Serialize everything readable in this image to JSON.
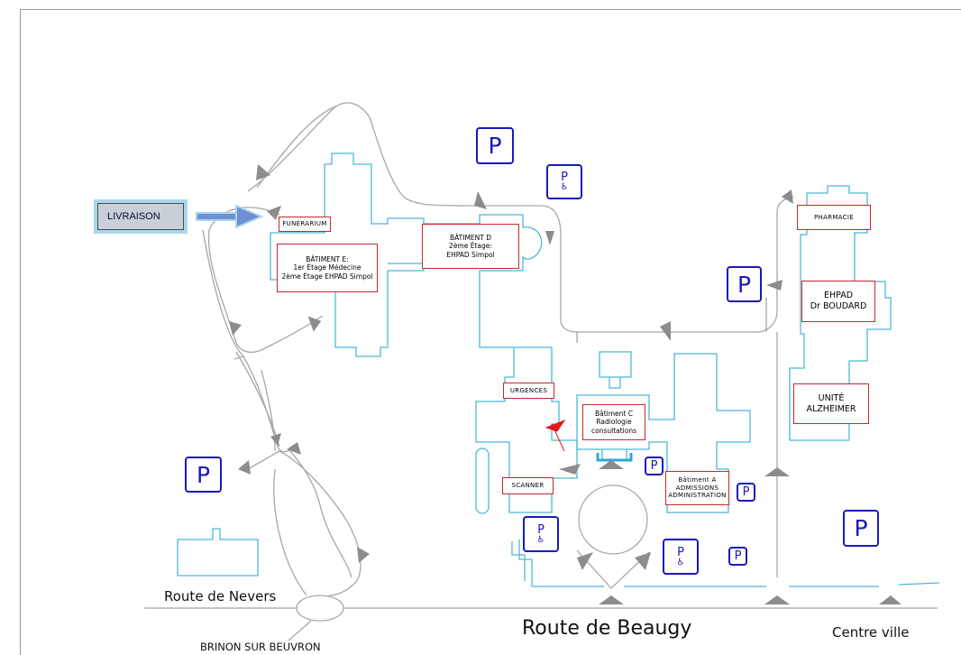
{
  "delivery": {
    "label": "LIVRAISON"
  },
  "buildings": {
    "funerarium": "FUNÉRARIUM",
    "batiment_e": "BÂTIMENT E:\n1er Étage Médecine\n2ème Étage EHPAD Simpol",
    "batiment_d": "BÂTIMENT D\n2ème Étage:\nEHPAD Simpol",
    "pharmacie": "PHARMACIE",
    "ehpad_boudard": "EHPAD\nDr BOUDARD",
    "alzheimer": "UNITÉ\nALZHEIMER",
    "urgences": "URGENCES",
    "batiment_c": "Bâtiment C\nRadiologie\nconsultations",
    "scanner": "SCANNER",
    "batiment_a": "Bâtiment A\nADMISSIONS\nADMINISTRATION"
  },
  "parking": {
    "symbol": "P",
    "accessible_icon": "wheelchair-icon"
  },
  "roads": {
    "nevers": "Route  de  Nevers",
    "beaugy": "Route  de  Beaugy",
    "centre": "Centre ville",
    "brinon": "BRINON SUR BEUVRON"
  },
  "colors": {
    "buildings": "#4bb8d8",
    "roads": "#a6a6a6",
    "labels_border": "#c8262c",
    "parking": "#1a1ab8",
    "arrows": "#8c8c8c",
    "delivery_arrow": "#6f8fd4"
  }
}
